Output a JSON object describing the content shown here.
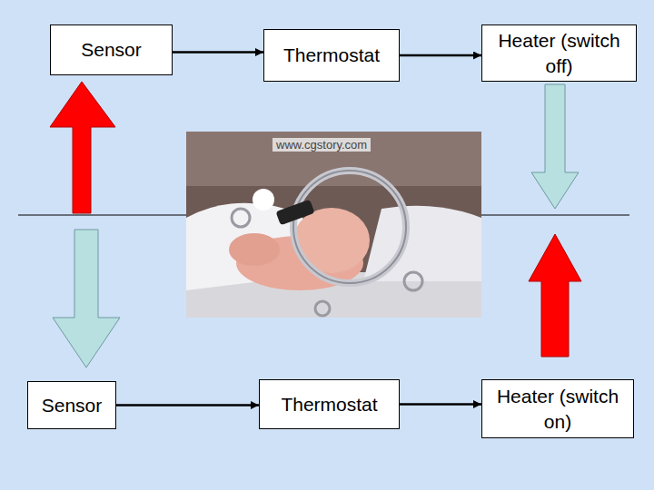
{
  "diagram": {
    "nodes": [
      {
        "text": [
          "Sensor"
        ]
      },
      {
        "text": [
          "Thermostat"
        ]
      },
      {
        "text": [
          "Heater (switch off)"
        ]
      },
      {
        "text": [
          "Sensor"
        ]
      },
      {
        "text": [
          "Thermostat"
        ]
      },
      {
        "text": [
          "Heater (switch on)"
        ]
      }
    ],
    "edges": [
      {
        "from": 0,
        "to": 1,
        "arrow": "to"
      },
      {
        "from": 1,
        "to": 2,
        "arrow": "to"
      },
      {
        "from": 3,
        "to": 4,
        "arrow": "to"
      },
      {
        "from": 4,
        "to": 5,
        "arrow": "to"
      }
    ],
    "labels": [
      "www.cgstory.com"
    ]
  }
}
